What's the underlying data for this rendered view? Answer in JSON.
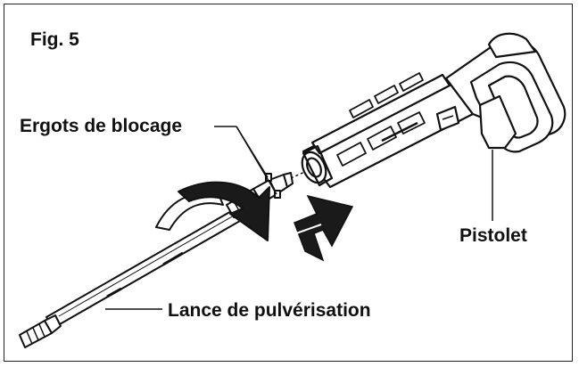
{
  "figure": {
    "number": "Fig. 5",
    "labels": {
      "locking_lugs": "Ergots de blocage",
      "gun": "Pistolet",
      "spray_wand": "Lance de pulvérisation"
    }
  },
  "colors": {
    "ink": "#111111",
    "fill": "#ffffff",
    "frame": "#222222"
  }
}
